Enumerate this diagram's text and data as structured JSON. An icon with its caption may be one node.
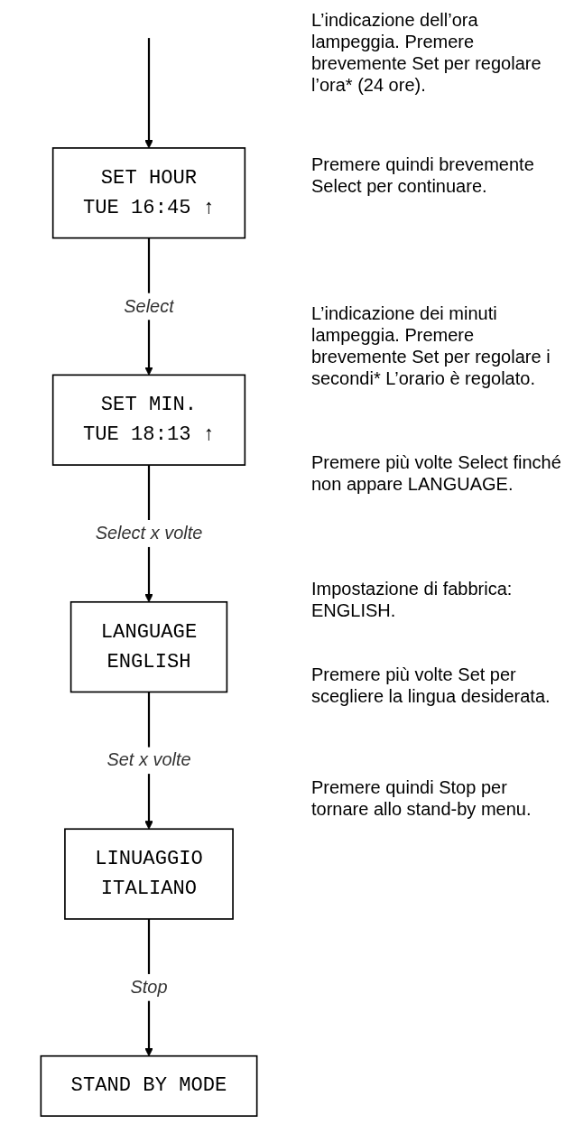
{
  "diagram": {
    "nodes": [
      {
        "text": [
          "SET HOUR",
          "TUE 16:45 ↑"
        ]
      },
      {
        "text": [
          "SET MIN.",
          "TUE 18:13 ↑"
        ]
      },
      {
        "text": [
          "LANGUAGE",
          "ENGLISH"
        ]
      },
      {
        "text": [
          "LINUAGGIO",
          "ITALIANO"
        ]
      },
      {
        "text": [
          "STAND BY MODE"
        ]
      }
    ],
    "edges": [
      {
        "from": null,
        "to": 0,
        "arrow": "to"
      },
      {
        "from": 0,
        "to": 1,
        "arrow": "to",
        "label": "Select"
      },
      {
        "from": 1,
        "to": 2,
        "arrow": "to",
        "label": "Select x volte"
      },
      {
        "from": 2,
        "to": 3,
        "arrow": "to",
        "label": "Set x volte"
      },
      {
        "from": 3,
        "to": 4,
        "arrow": "to",
        "label": "Stop"
      }
    ],
    "labels": [
      "L’indicazione dell’ora lampeggia. Premere brevemente Set per regolare l’ora* (24 ore).",
      "Premere quindi brevemente Select per continuare.",
      "L’indicazione dei minuti lampeggia. Premere brevemente Set per regolare i secondi* L’orario è regolato.",
      "Premere più volte Select finché non appare LANGUAGE.",
      "Impostazione di fabbrica: ENGLISH.",
      "Premere più volte Set per scegliere la lingua desiderata.",
      "Premere quindi Stop per tornare allo stand-by menu."
    ]
  }
}
